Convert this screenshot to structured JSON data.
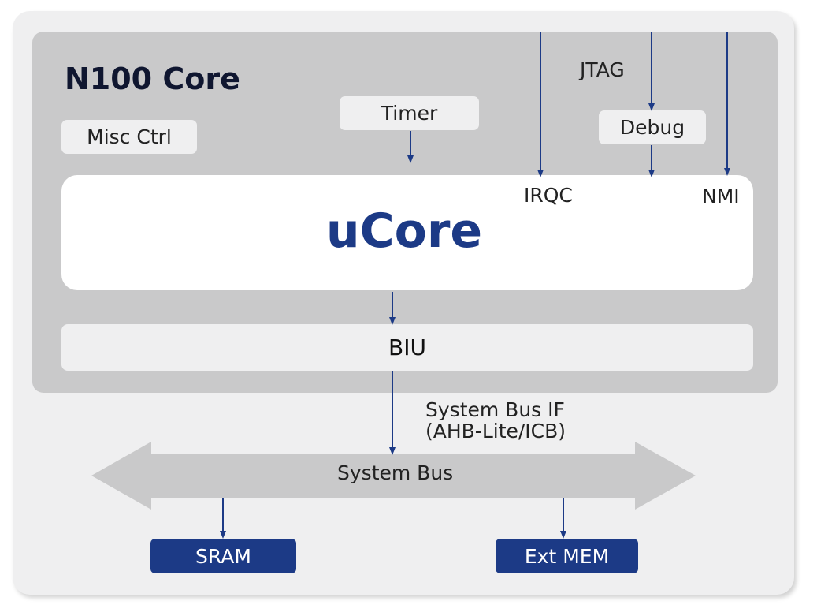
{
  "core": {
    "title": "N100 Core"
  },
  "blocks": {
    "misc_ctrl": "Misc Ctrl",
    "timer": "Timer",
    "debug": "Debug",
    "ucore": "uCore",
    "biu": "BIU",
    "sram": "SRAM",
    "ext_mem": "Ext MEM"
  },
  "signals": {
    "jtag": "JTAG",
    "irqc": "IRQC",
    "nmi": "NMI"
  },
  "bus": {
    "interface_line1": "System Bus IF",
    "interface_line2": "(AHB-Lite/ICB)",
    "label": "System Bus"
  },
  "colors": {
    "arrow": "#1c3a86",
    "accent": "#1c3a86",
    "core_bg": "#c9c9ca",
    "outer_bg": "#efeff0"
  }
}
